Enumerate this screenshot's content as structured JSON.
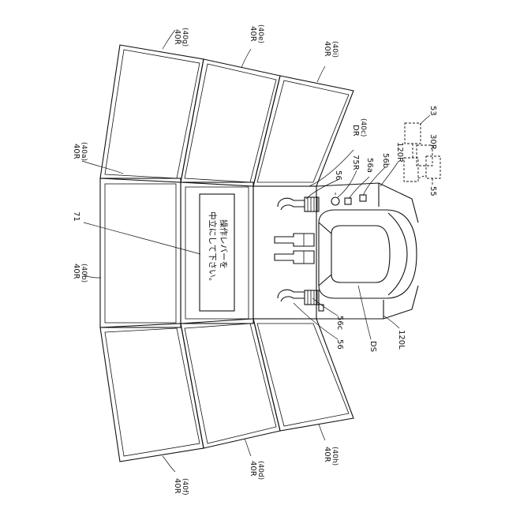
{
  "labels": {
    "p40g": [
      "40R",
      "(40g)"
    ],
    "p40e": [
      "40R",
      "(40e)"
    ],
    "p40i": [
      "40R",
      "(40i)"
    ],
    "p40a": [
      "40R",
      "(40a)"
    ],
    "p40b": [
      "40R",
      "(40b)"
    ],
    "p40f": [
      "40R",
      "(40f)"
    ],
    "p40d": [
      "40R",
      "(40d)"
    ],
    "p40h": [
      "40R",
      "(40h)"
    ],
    "dr": [
      "DR",
      "(40c)"
    ],
    "n71": "71",
    "n53": "53",
    "n30r": "30R",
    "n55": "55",
    "n120r": "120R",
    "n56b": "56b",
    "n56a": "56a",
    "n75r": "75R",
    "n56_top": "56",
    "n56_bottom": "56",
    "n56c": "56c",
    "ds": "DS",
    "n120l": "120L"
  },
  "screen_message": [
    "操作レバーを",
    "中立にして下さい。"
  ]
}
